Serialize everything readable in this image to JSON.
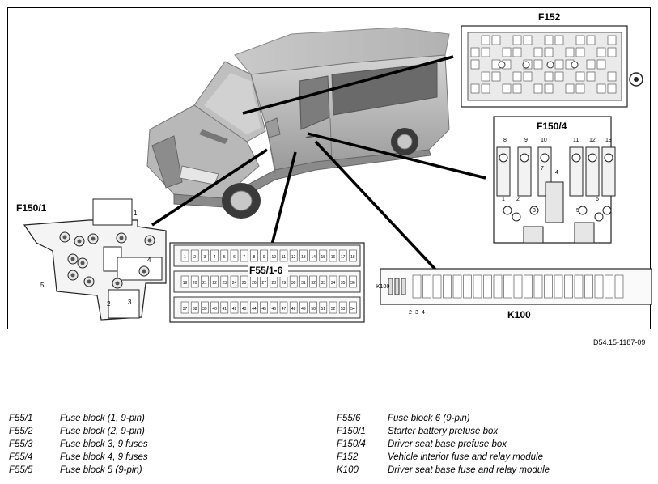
{
  "labels": {
    "f152": "F152",
    "f150_4": "F150/4",
    "f150_1": "F150/1",
    "f55_16": "F55/1-6",
    "k100": "K100",
    "k100_side": "K100"
  },
  "doc_code": "D54.15-1187-09",
  "legend_left": [
    {
      "code": "F55/1",
      "desc": "Fuse block (1, 9-pin)"
    },
    {
      "code": "F55/2",
      "desc": "Fuse block (2, 9-pin)"
    },
    {
      "code": "F55/3",
      "desc": "Fuse block 3, 9 fuses"
    },
    {
      "code": "F55/4",
      "desc": "Fuse block 4, 9 fuses"
    },
    {
      "code": "F55/5",
      "desc": "Fuse block 5 (9-pin)"
    }
  ],
  "legend_right": [
    {
      "code": "F55/6",
      "desc": "Fuse block 6 (9-pin)"
    },
    {
      "code": "F150/1",
      "desc": "Starter battery prefuse box"
    },
    {
      "code": "F150/4",
      "desc": "Driver seat base prefuse box"
    },
    {
      "code": "F152",
      "desc": "Vehicle interior fuse and relay module"
    },
    {
      "code": "K100",
      "desc": "Driver seat base fuse and relay module"
    }
  ],
  "f150_4_numbers": [
    "8",
    "9",
    "10",
    "11",
    "12",
    "13",
    "7",
    "1",
    "2",
    "3",
    "4",
    "5",
    "6"
  ],
  "f150_1_numbers": [
    "1",
    "2",
    "3",
    "4",
    "5"
  ],
  "k100_numbers": [
    "2",
    "3",
    "4"
  ],
  "f55_rows": [
    [
      "1",
      "2",
      "3",
      "4",
      "5",
      "6",
      "7",
      "8",
      "9",
      "10",
      "11",
      "12",
      "13",
      "14",
      "15",
      "16",
      "17",
      "18"
    ],
    [
      "19",
      "20",
      "21",
      "22",
      "23",
      "24",
      "25",
      "26",
      "27",
      "28",
      "29",
      "30",
      "31",
      "32",
      "33",
      "34",
      "35",
      "36"
    ],
    [
      "37",
      "38",
      "39",
      "40",
      "41",
      "42",
      "43",
      "44",
      "45",
      "46",
      "47",
      "48",
      "49",
      "50",
      "51",
      "52",
      "53",
      "54"
    ]
  ]
}
